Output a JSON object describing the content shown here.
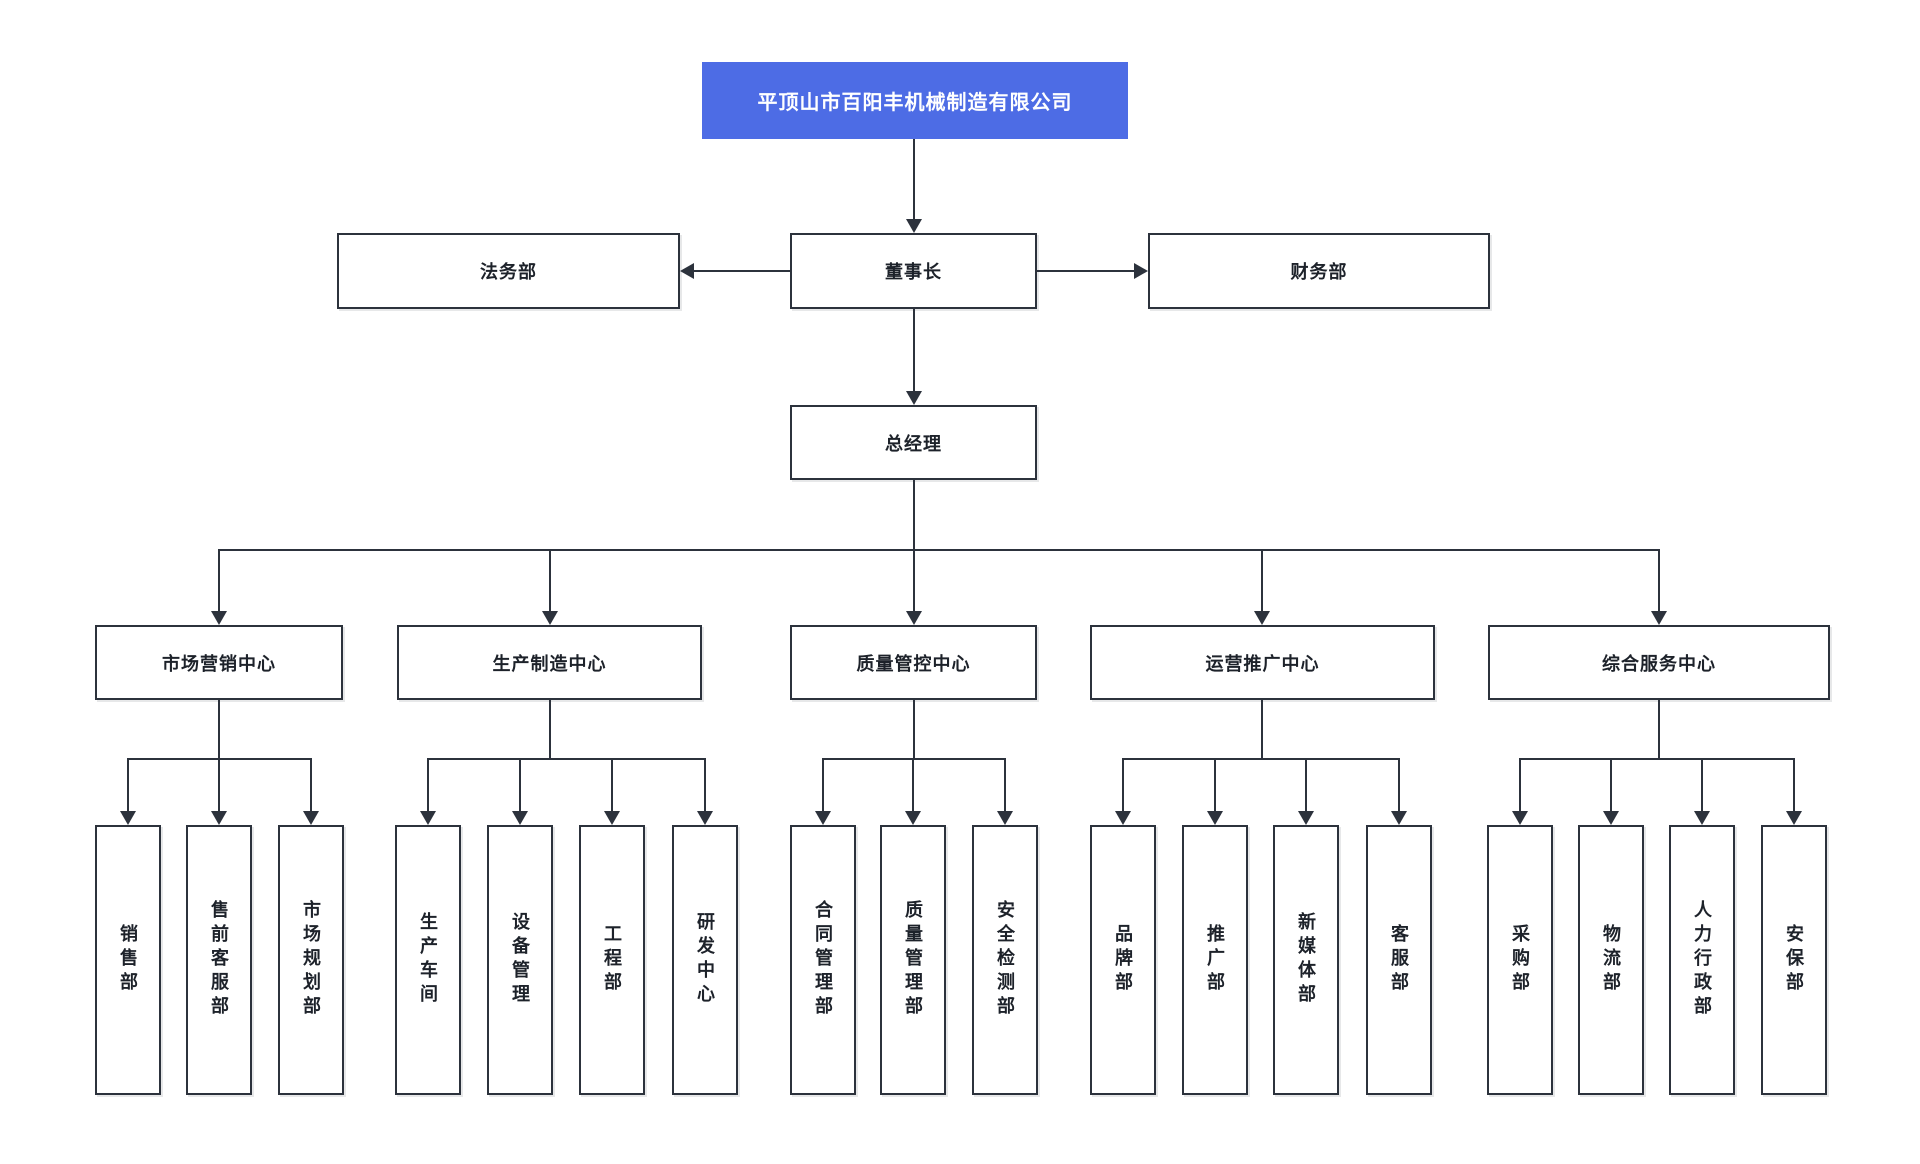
{
  "colors": {
    "root_bg": "#4D6CE5",
    "root_text": "#FFFFFF",
    "line": "#2C323C",
    "box_bg": "#FFFFFF",
    "box_border": "#2C323C",
    "box_text": "#1D222A",
    "canvas_bg": "#FFFFFF"
  },
  "org": {
    "root": "平顶山市百阳丰机械制造有限公司",
    "board": {
      "chairman": "董事长",
      "legal": "法务部",
      "finance": "财务部",
      "general_manager": "总经理"
    },
    "centers": [
      {
        "label": "市场营销中心",
        "children": [
          "销售部",
          "售前客服部",
          "市场规划部"
        ]
      },
      {
        "label": "生产制造中心",
        "children": [
          "生产车间",
          "设备管理",
          "工程部",
          "研发中心"
        ]
      },
      {
        "label": "质量管控中心",
        "children": [
          "合同管理部",
          "质量管理部",
          "安全检测部"
        ]
      },
      {
        "label": "运营推广中心",
        "children": [
          "品牌部",
          "推广部",
          "新媒体部",
          "客服部"
        ]
      },
      {
        "label": "综合服务中心",
        "children": [
          "采购部",
          "物流部",
          "人力行政部",
          "安保部"
        ]
      }
    ]
  }
}
